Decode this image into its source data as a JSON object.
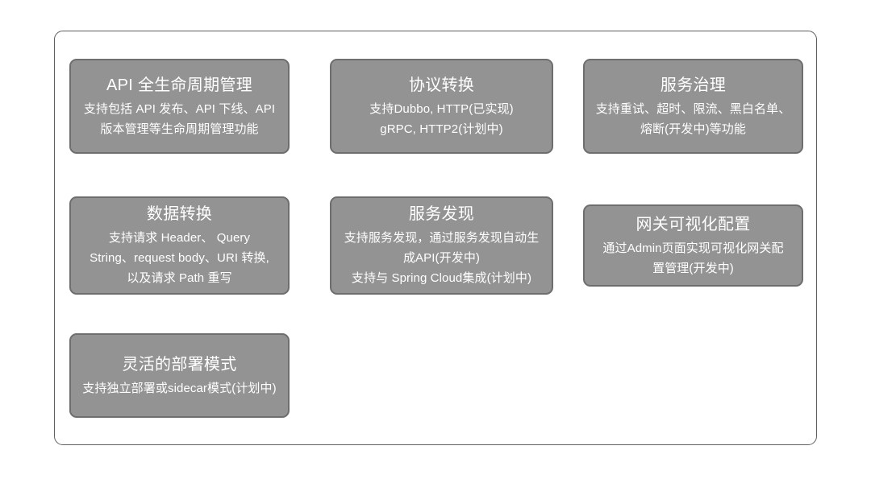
{
  "diagram": {
    "background_color": "#ffffff",
    "frame_border_color": "#5e5e5e",
    "card_fill_color": "#939393",
    "card_border_color": "#6e6e6e",
    "card_text_color": "#ffffff",
    "cards": [
      {
        "id": "api-lifecycle-management",
        "title": "API 全生命周期管理",
        "body": "支持包括 API 发布、API 下线、API\n版本管理等生命周期管理功能"
      },
      {
        "id": "protocol-conversion",
        "title": "协议转换",
        "body": "支持Dubbo, HTTP(已实现)\ngRPC, HTTP2(计划中)"
      },
      {
        "id": "service-governance",
        "title": "服务治理",
        "body": "支持重试、超时、限流、黑白名单、\n熔断(开发中)等功能"
      },
      {
        "id": "data-conversion",
        "title": "数据转换",
        "body": "支持请求 Header、 Query\nString、request body、URI 转换,\n以及请求 Path 重写"
      },
      {
        "id": "service-discovery",
        "title": "服务发现",
        "body": "支持服务发现，通过服务发现自动生\n成API(开发中)\n支持与 Spring Cloud集成(计划中)"
      },
      {
        "id": "gateway-visual-configuration",
        "title": "网关可视化配置",
        "body": "通过Admin页面实现可视化网关配\n置管理(开发中)"
      },
      {
        "id": "flexible-deployment-mode",
        "title": "灵活的部署模式",
        "body": "支持独立部署或sidecar模式(计划中)"
      }
    ]
  }
}
